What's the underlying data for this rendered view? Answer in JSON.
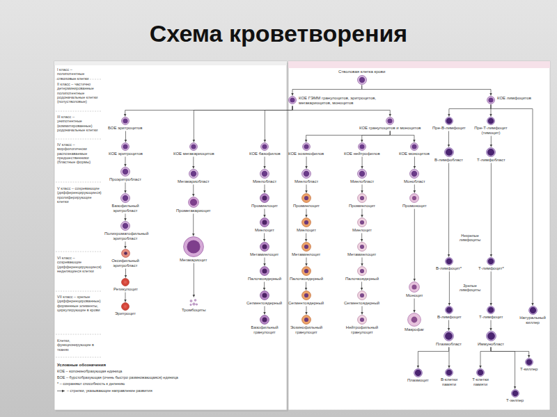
{
  "diagram": {
    "title": "Схема кроветворения",
    "nodes": [
      {
        "text": [
          "Стволовая клетка крови"
        ]
      },
      {
        "text": [
          "КОЕ ГЭММ гранулоцитов, эритроцитов, мегакариоцитов, моноцитов"
        ]
      },
      {
        "text": [
          "КОЕ лимфоцитов"
        ]
      },
      {
        "text": [
          "БОЕ эритроцитов"
        ]
      },
      {
        "text": [
          "КОЕ эритроцитов"
        ]
      },
      {
        "text": [
          "Проэритробласт"
        ]
      },
      {
        "text": [
          "Базофильный эритробласт"
        ]
      },
      {
        "text": [
          "Полихроматофильный эритробласт"
        ]
      },
      {
        "text": [
          "Оксифильный эритробласт"
        ]
      },
      {
        "text": [
          "Ретикулоцит"
        ]
      },
      {
        "text": [
          "Эритроцит"
        ]
      },
      {
        "text": [
          "КОЕ мегакариоцитов"
        ]
      },
      {
        "text": [
          "Мегакариобласт"
        ]
      },
      {
        "text": [
          "Промегакариоцит"
        ]
      },
      {
        "text": [
          "Мегакариоцит"
        ]
      },
      {
        "text": [
          "Тромбоциты"
        ]
      },
      {
        "text": [
          "КОЕ базофилов"
        ]
      },
      {
        "text": [
          "Миелобласт"
        ]
      },
      {
        "text": [
          "Промиелоцит"
        ]
      },
      {
        "text": [
          "Миелоцит"
        ]
      },
      {
        "text": [
          "Метамиелоцит"
        ]
      },
      {
        "text": [
          "Палочкоядерный"
        ]
      },
      {
        "text": [
          "Сегментоядерный"
        ]
      },
      {
        "text": [
          "Базофильный гранулоцит"
        ]
      },
      {
        "text": [
          "КОЕ гранулоцитов и моноцитов"
        ]
      },
      {
        "text": [
          "КОЕ эозинофилов"
        ]
      },
      {
        "text": [
          "Миелобласт"
        ]
      },
      {
        "text": [
          "Промиелоцит"
        ]
      },
      {
        "text": [
          "Миелоцит"
        ]
      },
      {
        "text": [
          "Метамиелоцит"
        ]
      },
      {
        "text": [
          "Палочкоядерный"
        ]
      },
      {
        "text": [
          "Сегментоядерный"
        ]
      },
      {
        "text": [
          "Эозинофильный гранулоцит"
        ]
      },
      {
        "text": [
          "КОЕ нейтрофилов"
        ]
      },
      {
        "text": [
          "Миелобласт"
        ]
      },
      {
        "text": [
          "Промиелоцит"
        ]
      },
      {
        "text": [
          "Миелоцит"
        ]
      },
      {
        "text": [
          "Метамиелоцит"
        ]
      },
      {
        "text": [
          "Палочкоядерный"
        ]
      },
      {
        "text": [
          "Сегментоядерный"
        ]
      },
      {
        "text": [
          "Нейтрофильный гранулоцит"
        ]
      },
      {
        "text": [
          "КОЕ моноцитов"
        ]
      },
      {
        "text": [
          "Монобласт"
        ]
      },
      {
        "text": [
          "Промоноцит"
        ]
      },
      {
        "text": [
          "Моноцит"
        ]
      },
      {
        "text": [
          "Макрофаг"
        ]
      },
      {
        "text": [
          "Пре-В-лимфоцит"
        ]
      },
      {
        "text": [
          "Пре-Т-лимфоцит (тимоцит)"
        ]
      },
      {
        "text": [
          "В-лимфобласт"
        ]
      },
      {
        "text": [
          "Т-лимфобласт"
        ]
      },
      {
        "text": [
          "В-лимфоцит*"
        ]
      },
      {
        "text": [
          "Т-лимфоцит*"
        ]
      },
      {
        "text": [
          "В-лимфоцит"
        ]
      },
      {
        "text": [
          "Т-лимфоцит"
        ]
      },
      {
        "text": [
          "Плазмобласт"
        ]
      },
      {
        "text": [
          "Иммунобласт"
        ]
      },
      {
        "text": [
          "Плазмоцит"
        ]
      },
      {
        "text": [
          "В-клетки памяти"
        ]
      },
      {
        "text": [
          "Т-клетки памяти"
        ]
      },
      {
        "text": [
          "Т-киллер"
        ]
      },
      {
        "text": [
          "Т-хелпер"
        ]
      },
      {
        "text": [
          "Натуральный киллер"
        ]
      }
    ],
    "edges": [
      {
        "from": 0,
        "to": 1,
        "arrow": "to"
      },
      {
        "from": 0,
        "to": 2,
        "arrow": "to"
      },
      {
        "from": 1,
        "to": 3,
        "arrow": "to"
      },
      {
        "from": 1,
        "to": 11,
        "arrow": "to"
      },
      {
        "from": 1,
        "to": 16,
        "arrow": "to"
      },
      {
        "from": 1,
        "to": 24,
        "arrow": "to"
      },
      {
        "from": 3,
        "to": 4,
        "arrow": "to"
      },
      {
        "from": 4,
        "to": 5,
        "arrow": "to"
      },
      {
        "from": 5,
        "to": 6,
        "arrow": "to"
      },
      {
        "from": 6,
        "to": 7,
        "arrow": "to"
      },
      {
        "from": 7,
        "to": 8,
        "arrow": "to"
      },
      {
        "from": 8,
        "to": 9,
        "arrow": "to"
      },
      {
        "from": 9,
        "to": 10,
        "arrow": "to"
      },
      {
        "from": 11,
        "to": 12,
        "arrow": "to"
      },
      {
        "from": 12,
        "to": 13,
        "arrow": "to"
      },
      {
        "from": 13,
        "to": 14,
        "arrow": "to"
      },
      {
        "from": 14,
        "to": 15,
        "arrow": "to"
      },
      {
        "from": 16,
        "to": 17,
        "arrow": "to"
      },
      {
        "from": 17,
        "to": 18,
        "arrow": "to"
      },
      {
        "from": 18,
        "to": 19,
        "arrow": "to"
      },
      {
        "from": 19,
        "to": 20,
        "arrow": "to"
      },
      {
        "from": 20,
        "to": 21,
        "arrow": "to"
      },
      {
        "from": 21,
        "to": 22,
        "arrow": "to"
      },
      {
        "from": 22,
        "to": 23,
        "arrow": "to"
      },
      {
        "from": 24,
        "to": 25,
        "arrow": "to"
      },
      {
        "from": 24,
        "to": 33,
        "arrow": "to"
      },
      {
        "from": 24,
        "to": 41,
        "arrow": "to"
      },
      {
        "from": 25,
        "to": 26,
        "arrow": "to"
      },
      {
        "from": 26,
        "to": 27,
        "arrow": "to"
      },
      {
        "from": 27,
        "to": 28,
        "arrow": "to"
      },
      {
        "from": 28,
        "to": 29,
        "arrow": "to"
      },
      {
        "from": 29,
        "to": 30,
        "arrow": "to"
      },
      {
        "from": 30,
        "to": 31,
        "arrow": "to"
      },
      {
        "from": 31,
        "to": 32,
        "arrow": "to"
      },
      {
        "from": 33,
        "to": 34,
        "arrow": "to"
      },
      {
        "from": 34,
        "to": 35,
        "arrow": "to"
      },
      {
        "from": 35,
        "to": 36,
        "arrow": "to"
      },
      {
        "from": 36,
        "to": 37,
        "arrow": "to"
      },
      {
        "from": 37,
        "to": 38,
        "arrow": "to"
      },
      {
        "from": 38,
        "to": 39,
        "arrow": "to"
      },
      {
        "from": 39,
        "to": 40,
        "arrow": "to"
      },
      {
        "from": 41,
        "to": 42,
        "arrow": "to"
      },
      {
        "from": 42,
        "to": 43,
        "arrow": "to"
      },
      {
        "from": 43,
        "to": 44,
        "arrow": "to"
      },
      {
        "from": 44,
        "to": 45,
        "arrow": "to"
      },
      {
        "from": 2,
        "to": 46,
        "arrow": "to"
      },
      {
        "from": 2,
        "to": 47,
        "arrow": "to"
      },
      {
        "from": 2,
        "to": 61,
        "arrow": "to"
      },
      {
        "from": 46,
        "to": 48,
        "arrow": "to"
      },
      {
        "from": 47,
        "to": 49,
        "arrow": "to"
      },
      {
        "from": 48,
        "to": 50,
        "arrow": "to"
      },
      {
        "from": 49,
        "to": 51,
        "arrow": "to"
      },
      {
        "from": 50,
        "to": 52,
        "arrow": "to"
      },
      {
        "from": 51,
        "to": 53,
        "arrow": "to"
      },
      {
        "from": 52,
        "to": 54,
        "arrow": "to"
      },
      {
        "from": 53,
        "to": 55,
        "arrow": "to"
      },
      {
        "from": 54,
        "to": 56,
        "arrow": "to"
      },
      {
        "from": 54,
        "to": 57,
        "arrow": "to"
      },
      {
        "from": 55,
        "to": 58,
        "arrow": "to"
      },
      {
        "from": 55,
        "to": 59,
        "arrow": "to"
      },
      {
        "from": 55,
        "to": 60,
        "arrow": "to"
      }
    ],
    "labels": [
      "I класс – полипотентные стволовые клетки",
      "II класс – частично детерминированные полипотентные родоначальные клетки (полустволовые)",
      "III класс – унипотентные (коммитированные) родоначальные клетки",
      "IV класс – морфологически распознаваемые предшественники (бластные формы)",
      "V класс – созревающие (дифференцирующиеся) пролиферирующие клетки",
      "VI класс – созревающие (дифференцирующиеся) неделящиеся клетки",
      "VII класс – зрелые (дифференцированные) форменные элементы, циркулирующие в крови",
      "Клетки, функционирующие в тканях",
      "Незрелые лимфоциты",
      "Зрелые лимфоциты",
      "Условные обозначения"
    ],
    "legend": [
      {
        "text": "КОЕ – колониеобразующая единица"
      },
      {
        "text": "БОЕ – бурстобразующая (очень быстро размножающаяся) единица"
      },
      {
        "text": "* – сохраняют способность к делению"
      },
      {
        "text": "– стрелки, указывающие направление развития"
      }
    ]
  }
}
